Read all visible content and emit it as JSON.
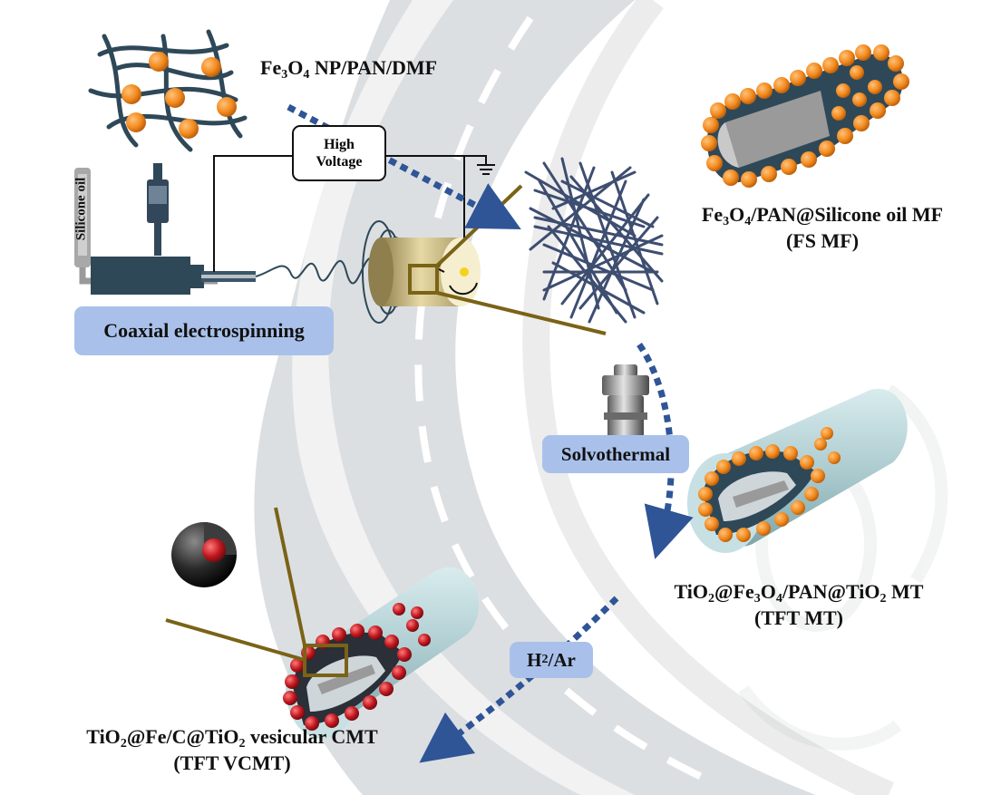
{
  "labels": {
    "precursor": {
      "a": "Fe",
      "b": "3",
      "c": "O",
      "d": "4",
      "e": " NP/PAN/DMF"
    },
    "high_voltage_line1": "High",
    "high_voltage_line2": "Voltage",
    "silicone_oil": "Silicone oil",
    "coaxial": "Coaxial electrospinning",
    "fs_mf_line1": {
      "a": "Fe",
      "b": "3",
      "c": "O",
      "d": "4",
      "e": "/PAN@Silicone oil MF"
    },
    "fs_mf_line2": "(FS MF)",
    "solvothermal": "Solvothermal",
    "tft_mt_line1": {
      "a": "TiO",
      "b": "2",
      "c": "@Fe",
      "d": "3",
      "e": "O",
      "f": "4",
      "g": "/PAN@TiO",
      "h": "2",
      "i": " MT"
    },
    "tft_mt_line2": "(TFT MT)",
    "h2ar": {
      "a": "H",
      "b": "2",
      "c": "/Ar"
    },
    "tft_vcmt_line1": {
      "a": "TiO",
      "b": "2",
      "c": "@Fe/C@TiO",
      "d": "2",
      "e": " vesicular CMT"
    },
    "tft_vcmt_line2": "(TFT VCMT)"
  },
  "colors": {
    "road": "#d9dde0",
    "road_stripe": "#ffffff",
    "label_box": "#a9c1ea",
    "arrow": "#2f5597",
    "fiber": "#3a4a6b",
    "nanoparticle_orange": "#f28a1e",
    "nanoparticle_red": "#c0171f",
    "tube_shell": "#bcd8dc",
    "tube_core": "#2f4858",
    "zoom_line": "#7a6316"
  }
}
